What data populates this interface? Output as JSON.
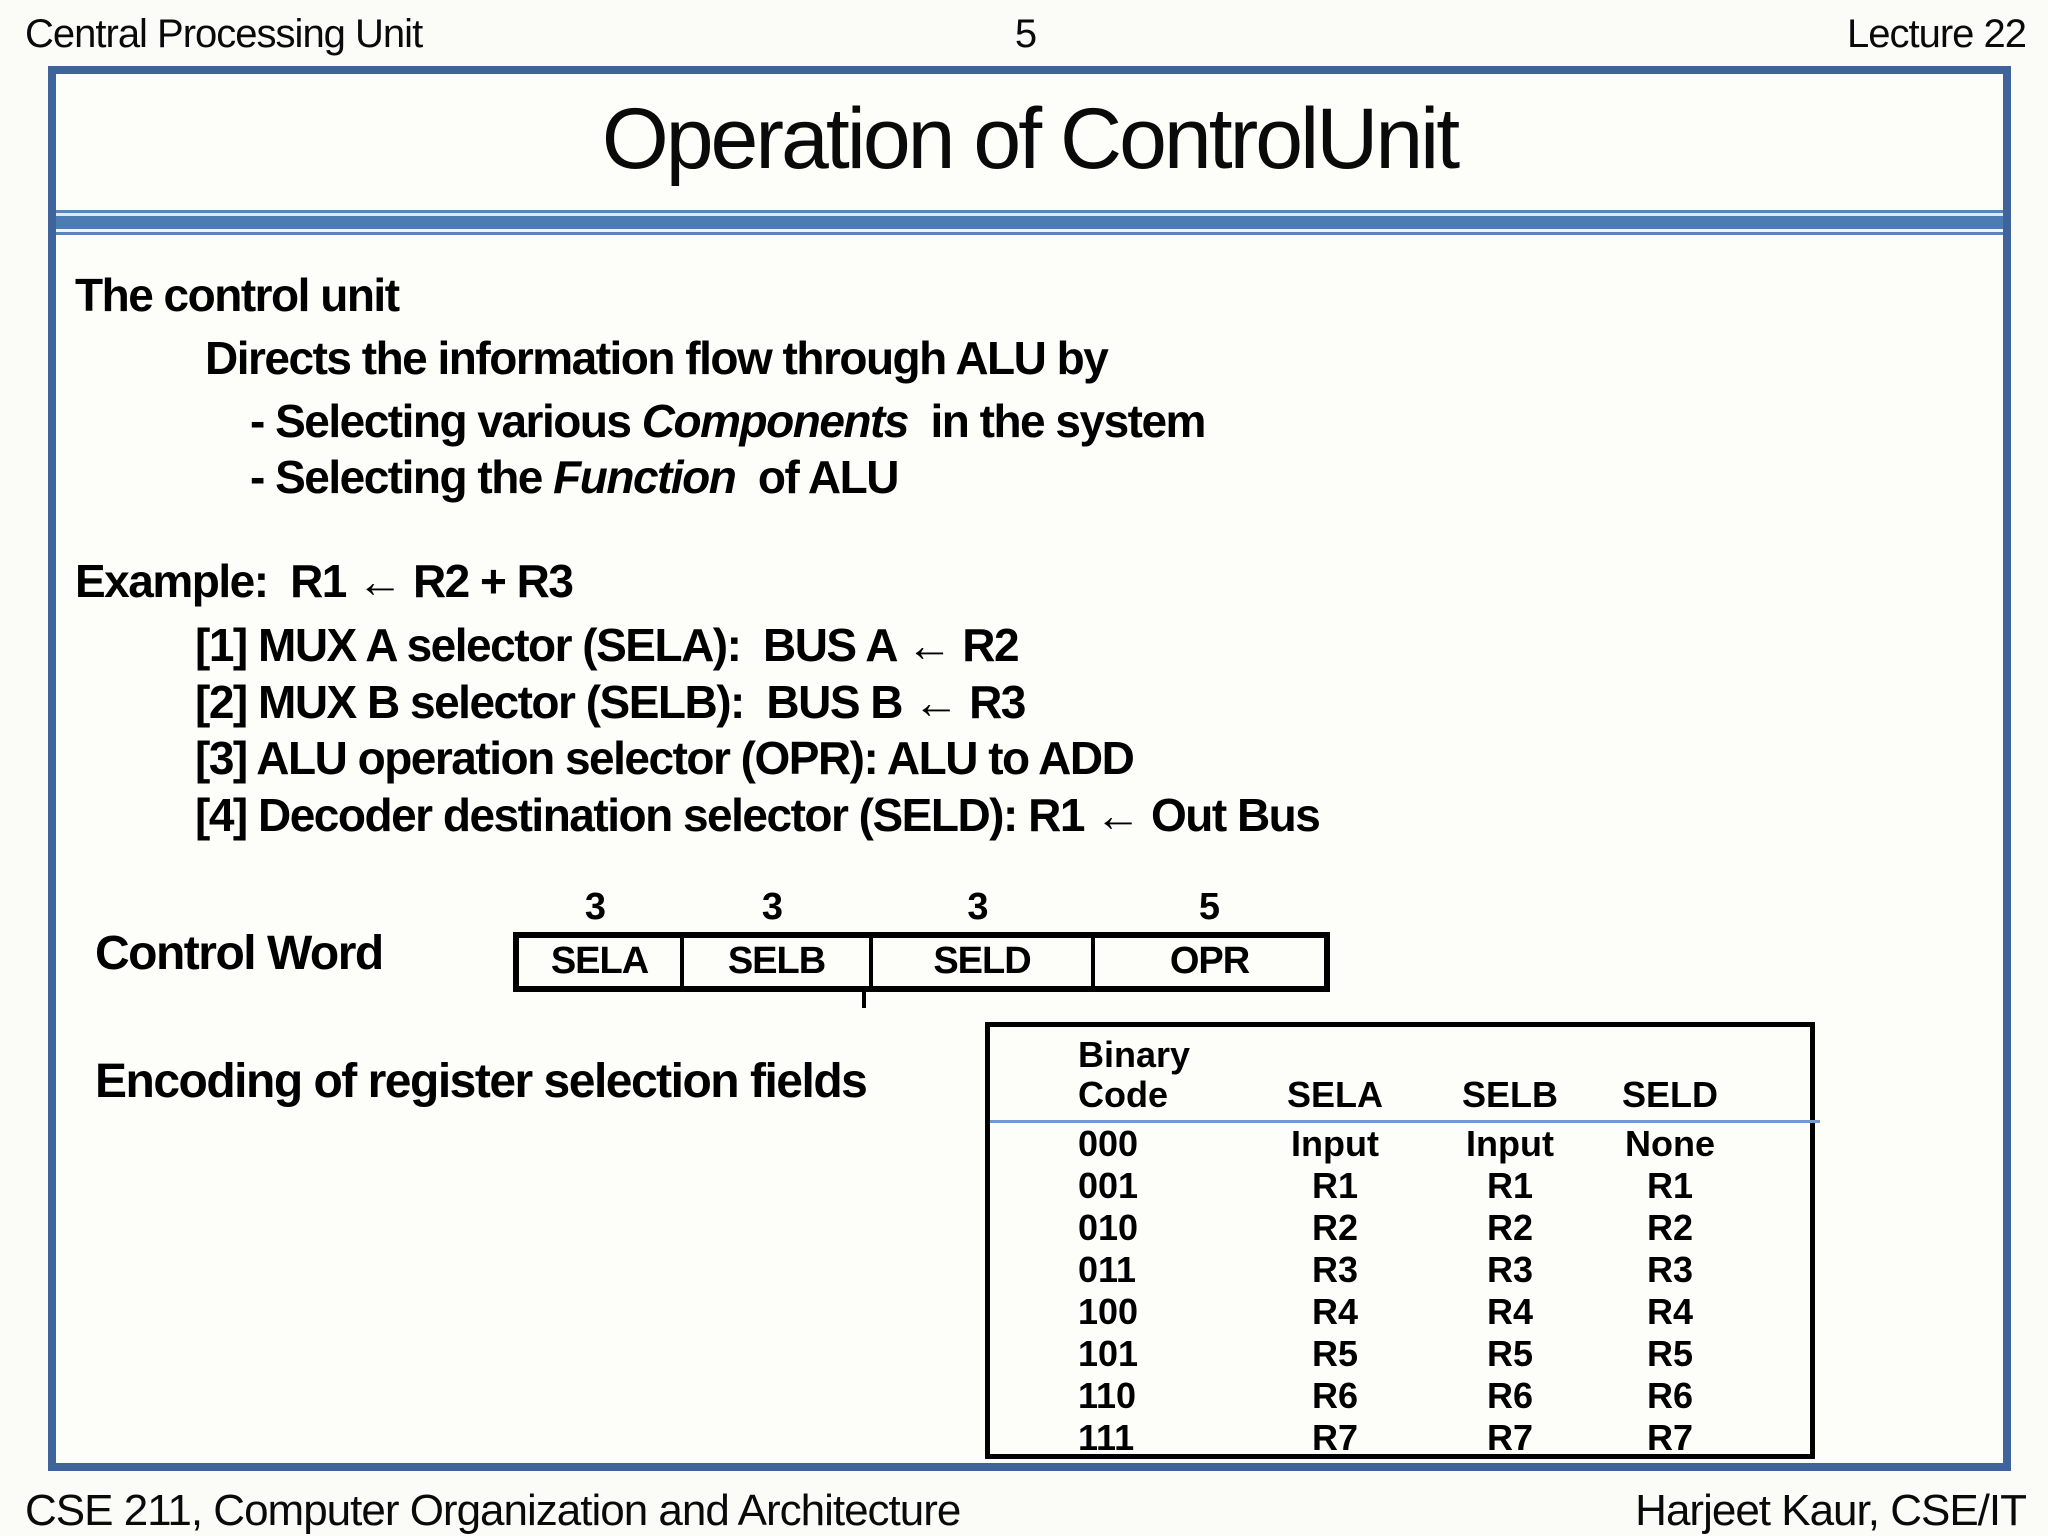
{
  "header": {
    "left": "Central Processing Unit",
    "page_number": "5",
    "right": "Lecture 22"
  },
  "slide": {
    "title": "Operation of ControlUnit",
    "control_unit": {
      "heading": "The control unit",
      "line1": "Directs the information flow through ALU by",
      "bullets": [
        {
          "pre": "- Selecting various ",
          "em": "Components",
          "post": "  in the system"
        },
        {
          "pre": "- Selecting the ",
          "em": "Function",
          "post": "  of ALU"
        }
      ]
    },
    "example": {
      "heading": "Example:  R1 ← R2 + R3",
      "steps": [
        "[1] MUX A selector (SELA):  BUS A ← R2",
        "[2] MUX B selector (SELB):  BUS B ← R3",
        "[3] ALU operation selector (OPR): ALU to ADD",
        "[4] Decoder destination selector (SELD): R1 ← Out Bus"
      ]
    },
    "control_word": {
      "label": "Control Word",
      "fields": [
        {
          "bits": "3",
          "name": "SELA"
        },
        {
          "bits": "3",
          "name": "SELB"
        },
        {
          "bits": "3",
          "name": "SELD"
        },
        {
          "bits": "5",
          "name": "OPR"
        }
      ]
    },
    "encoding": {
      "label": "Encoding of register selection fields",
      "table": {
        "header": {
          "col0_line1": "Binary",
          "col0_line2": "Code",
          "col1": "SELA",
          "col2": "SELB",
          "col3": "SELD"
        },
        "rows": [
          [
            "000",
            "Input",
            "Input",
            "None"
          ],
          [
            "001",
            "R1",
            "R1",
            "R1"
          ],
          [
            "010",
            "R2",
            "R2",
            "R2"
          ],
          [
            "011",
            "R3",
            "R3",
            "R3"
          ],
          [
            "100",
            "R4",
            "R4",
            "R4"
          ],
          [
            "101",
            "R5",
            "R5",
            "R5"
          ],
          [
            "110",
            "R6",
            "R6",
            "R6"
          ],
          [
            "111",
            "R7",
            "R7",
            "R7"
          ]
        ]
      }
    }
  },
  "footer": {
    "left": "CSE 211, Computer Organization and Architecture",
    "right": "Harjeet Kaur, CSE/IT"
  },
  "colors": {
    "slide_border_blue": "#3f639b",
    "separator_blue": "#4d7cb3",
    "table_rule_blue": "#6f9bd1"
  }
}
